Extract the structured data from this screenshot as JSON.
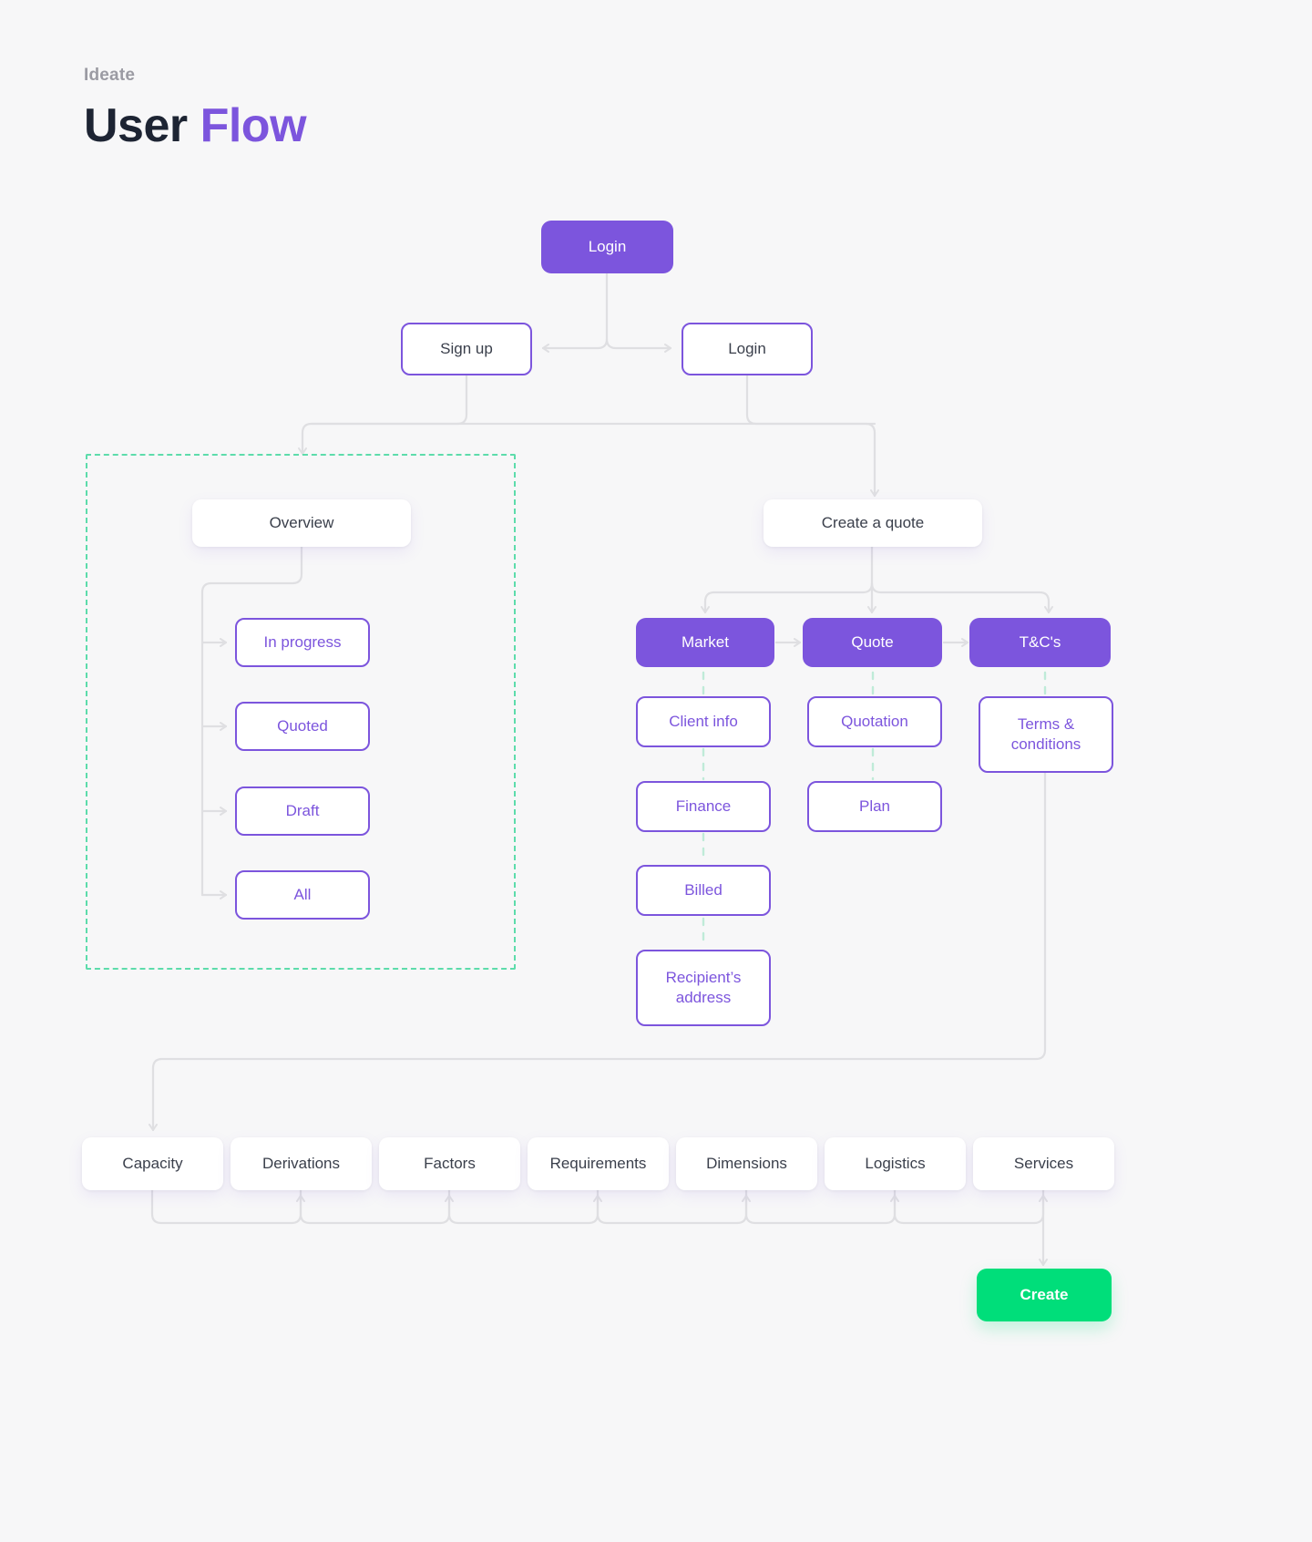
{
  "header": {
    "eyebrow": "Ideate",
    "title_main": "User",
    "title_accent": "Flow"
  },
  "colors": {
    "background": "#F7F7F8",
    "purple": "#7C55DD",
    "green_accent": "#00DE7A",
    "dashed_green": "#5DDCAB",
    "edge_gray": "#DFDFE2",
    "text_dark": "#1D2433",
    "text_muted": "#9B9BA3"
  },
  "nodes": {
    "entry": {
      "label": "Login"
    },
    "auth": [
      {
        "label": "Sign up"
      },
      {
        "label": "Login"
      }
    ],
    "overview": {
      "label": "Overview"
    },
    "overview_children": [
      {
        "label": "In progress"
      },
      {
        "label": "Quoted"
      },
      {
        "label": "Draft"
      },
      {
        "label": "All"
      }
    ],
    "create_quote": {
      "label": "Create a quote"
    },
    "quote_tabs": [
      {
        "label": "Market"
      },
      {
        "label": "Quote"
      },
      {
        "label": "T&C's"
      }
    ],
    "market_steps": [
      {
        "label": "Client info"
      },
      {
        "label": "Finance"
      },
      {
        "label": "Billed"
      },
      {
        "label": "Recipient’s address"
      }
    ],
    "quote_steps": [
      {
        "label": "Quotation"
      },
      {
        "label": "Plan"
      }
    ],
    "tc_steps": [
      {
        "label": "Terms & conditions"
      }
    ],
    "bottom_row": [
      {
        "label": "Capacity"
      },
      {
        "label": "Derivations"
      },
      {
        "label": "Factors"
      },
      {
        "label": "Requirements"
      },
      {
        "label": "Dimensions"
      },
      {
        "label": "Logistics"
      },
      {
        "label": "Services"
      }
    ],
    "create_action": {
      "label": "Create"
    }
  }
}
